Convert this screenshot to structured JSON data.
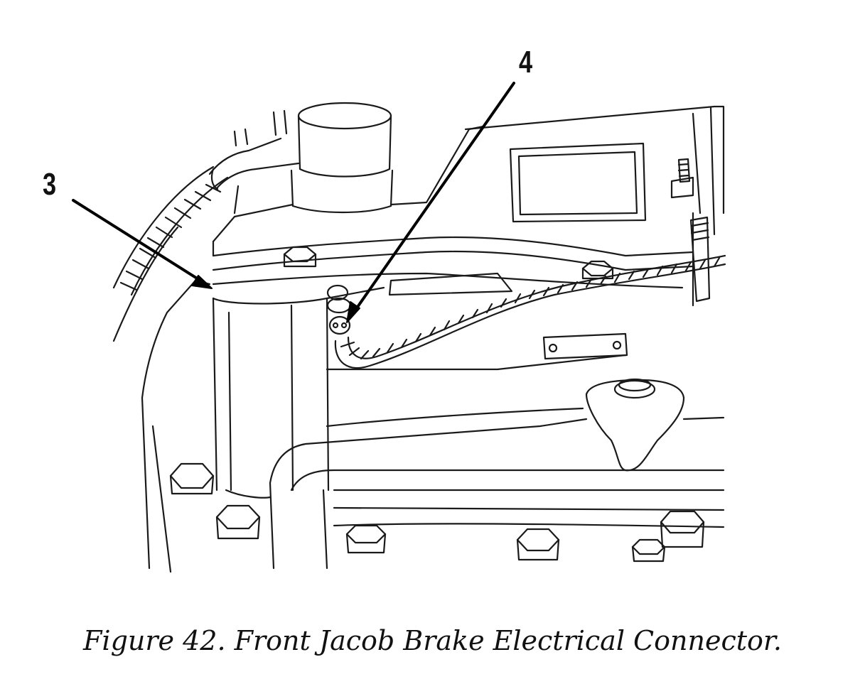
{
  "callouts": {
    "c3": "3",
    "c4": "4"
  },
  "caption": "Figure 42.  Front Jacob Brake Electrical Connector."
}
